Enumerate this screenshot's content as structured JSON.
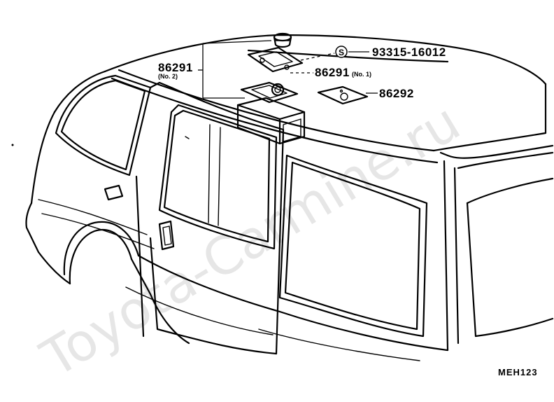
{
  "watermark": "Toyota-Carmine.ru",
  "callouts": {
    "part_86291_no2": {
      "number": "86291",
      "sub": "(No. 2)"
    },
    "part_93315": {
      "symbol": "S",
      "number": "93315-16012"
    },
    "part_86291_no1": {
      "number": "86291",
      "sub": "(No. 1)"
    },
    "part_86292": {
      "number": "86292"
    }
  },
  "figure_code": "MEH123"
}
